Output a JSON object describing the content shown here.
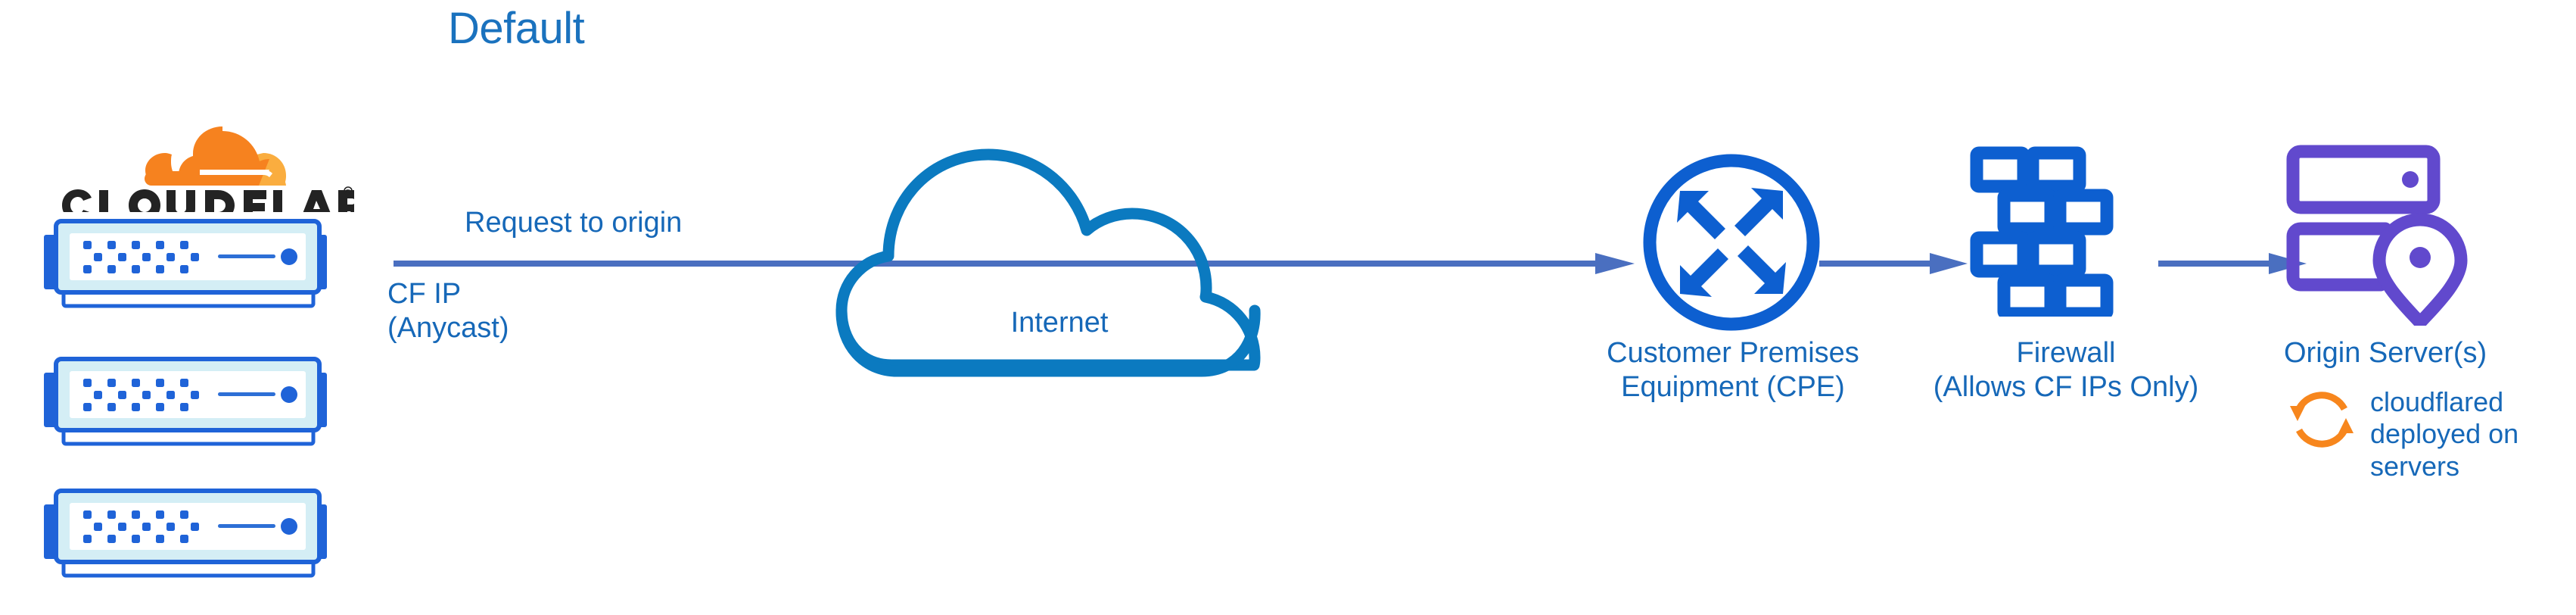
{
  "diagram": {
    "title": "Default",
    "brand": {
      "name": "CLOUDFLARE",
      "registered_mark": "®",
      "logo_orange_dark": "#f6821f",
      "logo_orange_light": "#faad3f",
      "wordmark_color": "#232323"
    },
    "colors": {
      "label_blue": "#1668b8",
      "title_blue": "#1a72be",
      "arrow_blue": "#4a6fc0",
      "icon_blue": "#0d5fd0",
      "cloud_outline_blue": "#0b7ac0",
      "origin_purple": "#6149cd",
      "server_fill": "#d4eef5",
      "server_border": "#1f63d8",
      "server_dot": "#1f63d8",
      "cloudflared_orange": "#f7861d"
    },
    "nodes": [
      {
        "id": "cloudflare-edge",
        "icon": "cloudflare-logo-with-server-racks",
        "label": "CF IP\n(Anycast)",
        "rack_count": 3
      },
      {
        "id": "internet",
        "icon": "cloud-icon",
        "label": "Internet"
      },
      {
        "id": "cpe",
        "icon": "router-four-arrows-icon",
        "label": "Customer Premises\nEquipment (CPE)"
      },
      {
        "id": "firewall",
        "icon": "brick-wall-icon",
        "label": "Firewall\n(Allows CF IPs Only)"
      },
      {
        "id": "origin-server",
        "icon": "server-rack-location-pin-icon",
        "label": "Origin Server(s)"
      }
    ],
    "connectors": [
      {
        "id": "edge-to-cpe",
        "label": "Request to origin",
        "from": "cloudflare-edge",
        "to": "cpe",
        "direction": "right"
      },
      {
        "id": "cpe-to-firewall",
        "label": "",
        "from": "cpe",
        "to": "firewall",
        "direction": "right"
      },
      {
        "id": "firewall-to-origin",
        "label": "",
        "from": "firewall",
        "to": "origin-server",
        "direction": "right"
      }
    ],
    "annotations": [
      {
        "id": "cloudflared-note",
        "icon": "sync-refresh-icon",
        "text": "cloudflared deployed on servers"
      }
    ]
  }
}
